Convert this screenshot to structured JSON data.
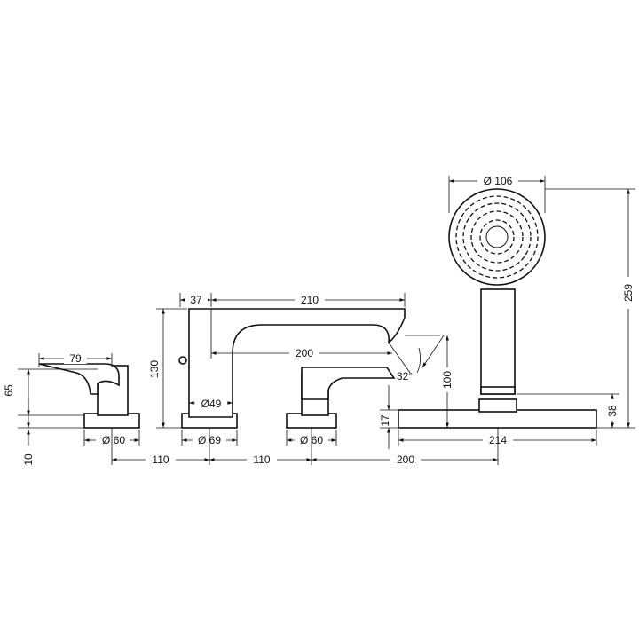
{
  "drawing": {
    "type": "technical dimension drawing",
    "units": "mm"
  },
  "dimensions": {
    "lever_left_width": "79",
    "lever_left_height": "65",
    "lever_left_base_height": "10",
    "lever_left_base_dia": "Ø 60",
    "spout_offset": "37",
    "spout_reach_top": "210",
    "spout_height": "130",
    "spout_reach_inner": "200",
    "spout_stem_dia": "Ø49",
    "spout_base_dia": "Ø 69",
    "spout_angle": "32°",
    "lever_right_base_dia": "Ø 60",
    "outlet_height": "100",
    "plate_thickness": "17",
    "shower_head_dia": "Ø 106",
    "shower_total_height": "259",
    "shower_base_height": "38",
    "plate_width": "214",
    "spacing_1": "110",
    "spacing_2": "110",
    "spacing_3": "200"
  }
}
